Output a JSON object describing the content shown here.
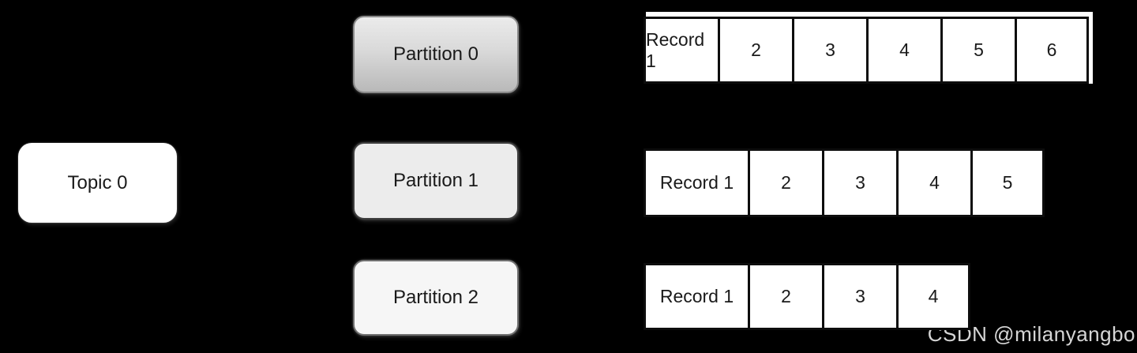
{
  "diagram": {
    "topic": {
      "label": "Topic 0"
    },
    "partitions": [
      {
        "label": "Partition 0"
      },
      {
        "label": "Partition 1"
      },
      {
        "label": "Partition 2"
      }
    ],
    "record_rows": [
      {
        "partition": "Partition 0",
        "cells": [
          "Record 1",
          "2",
          "3",
          "4",
          "5",
          "6"
        ]
      },
      {
        "partition": "Partition 1",
        "cells": [
          "Record 1",
          "2",
          "3",
          "4",
          "5"
        ]
      },
      {
        "partition": "Partition 2",
        "cells": [
          "Record 1",
          "2",
          "3",
          "4"
        ]
      }
    ]
  },
  "watermark": {
    "text": "CSDN @milanyangbo"
  },
  "colors": {
    "background": "#000000",
    "topic_fill": "#ffffff",
    "partition0_top": "#ebebeb",
    "partition0_mid": "#d9d9d9",
    "partition0_bottom": "#b9b9b9",
    "partition0_border": "#8a8a8a",
    "partition1_fill": "#ececec",
    "partition1_border": "#3f3f3f",
    "partition2_fill": "#f6f6f6",
    "partition2_border": "#707070",
    "cell_fill": "#ffffff",
    "cell_border": "#0d0d0d",
    "text": "#1a1a1a",
    "watermark": "#e8e8e8"
  }
}
